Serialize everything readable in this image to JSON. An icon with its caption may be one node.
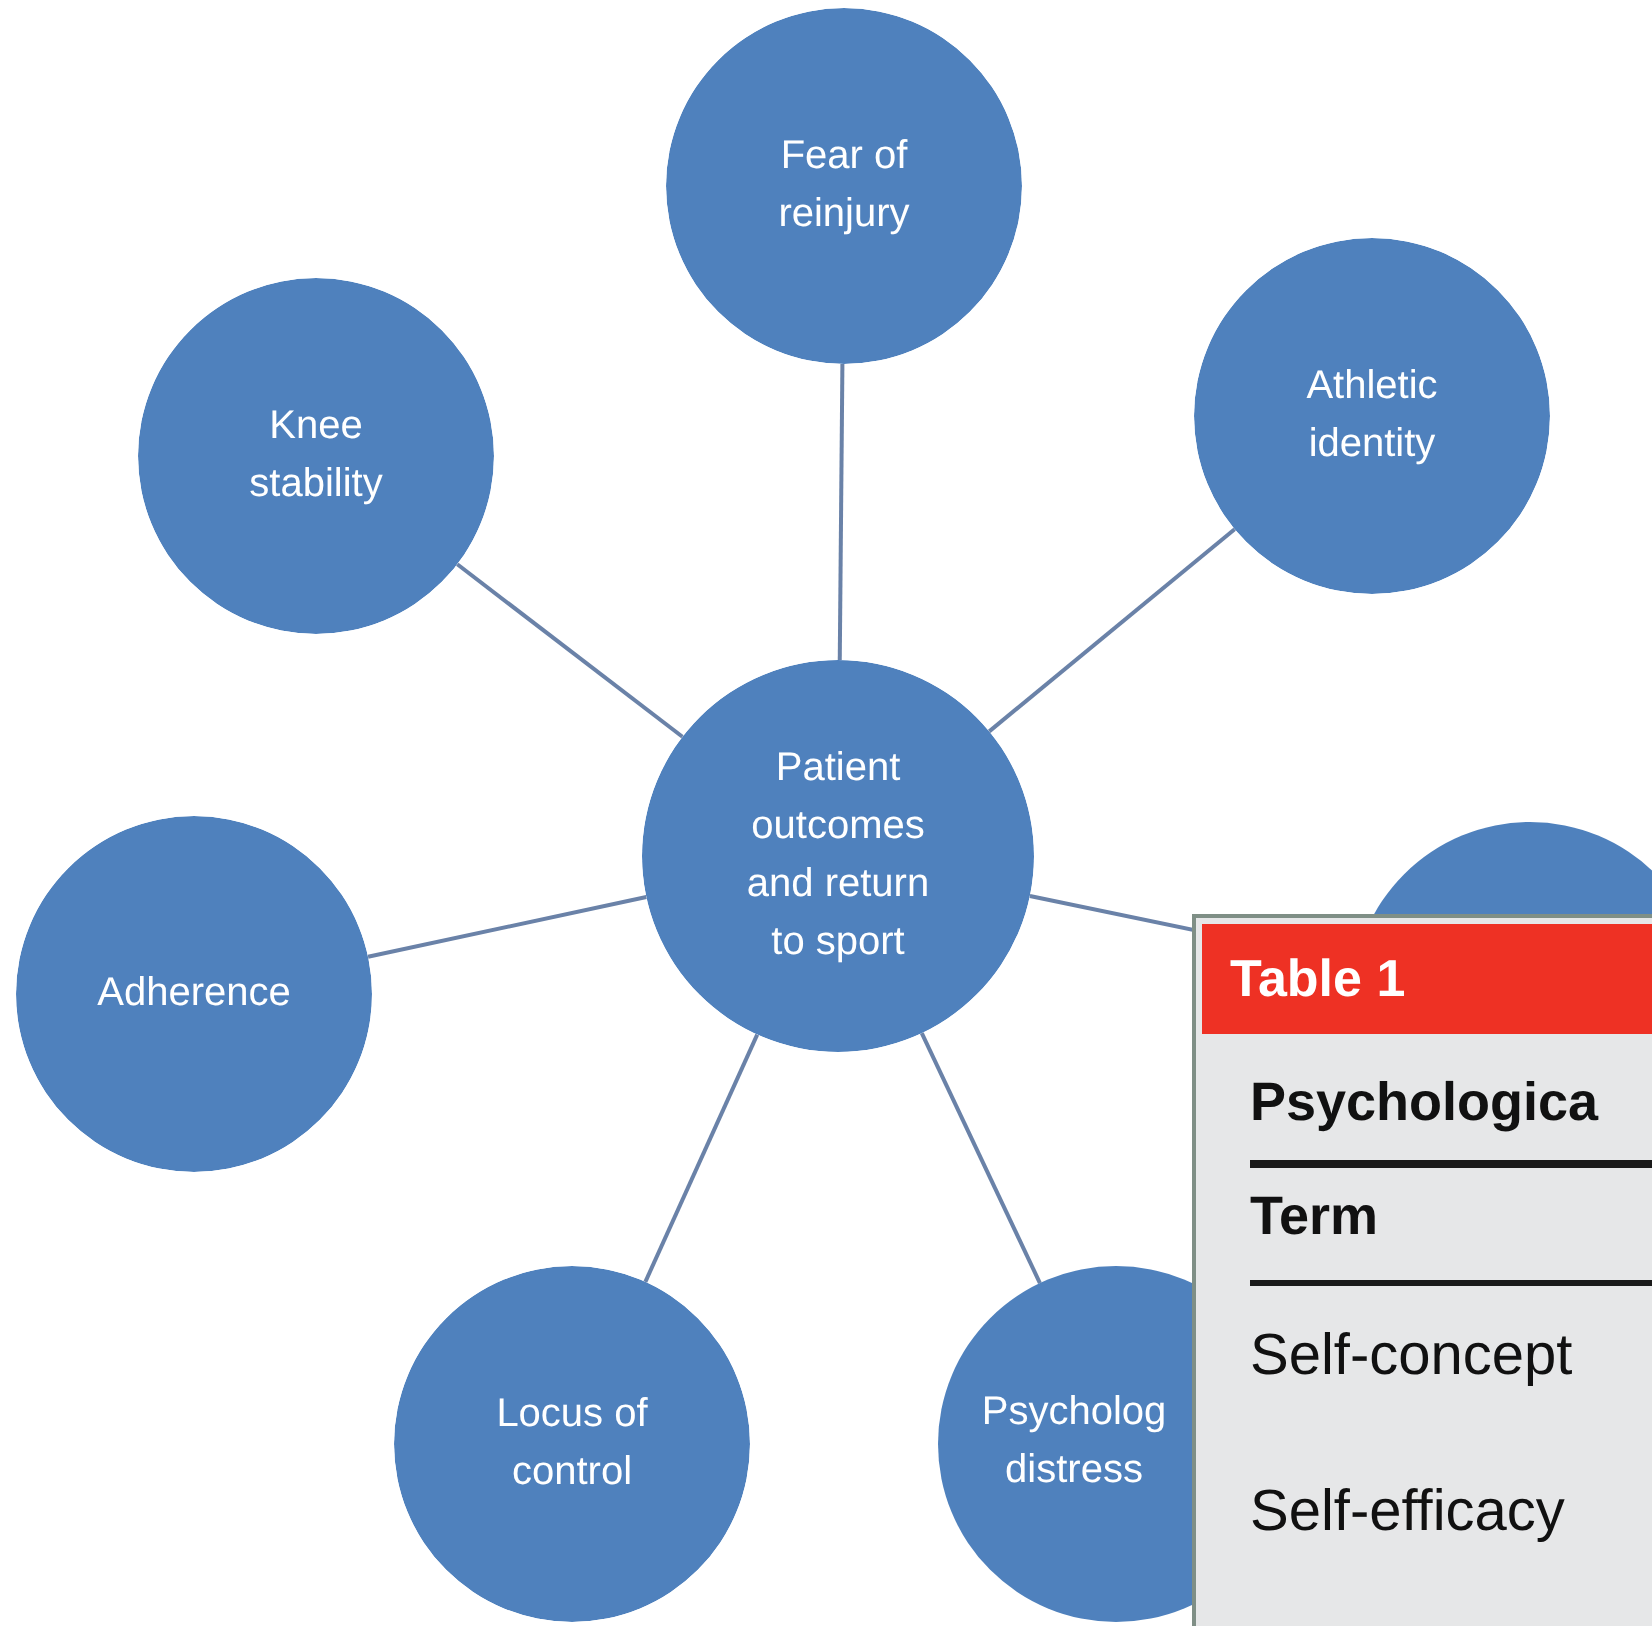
{
  "diagram": {
    "nodes": [
      {
        "text": [
          "Patient outcomes and return to sport"
        ]
      },
      {
        "text": [
          "Fear of reinjury"
        ]
      },
      {
        "text": [
          "Knee stability"
        ]
      },
      {
        "text": [
          "Athletic identity"
        ]
      },
      {
        "text": [],
        "shape": "circle"
      },
      {
        "text": [
          "Adherence"
        ]
      },
      {
        "text": [
          "Locus of control"
        ]
      },
      {
        "text": [
          "Psycholog distress"
        ]
      }
    ],
    "edges": [
      {
        "from": 0,
        "to": 1,
        "arrow": "none"
      },
      {
        "from": 0,
        "to": 2,
        "arrow": "none"
      },
      {
        "from": 0,
        "to": 3,
        "arrow": "none"
      },
      {
        "from": 0,
        "to": 4,
        "arrow": "none"
      },
      {
        "from": 0,
        "to": 5,
        "arrow": "none"
      },
      {
        "from": 0,
        "to": 6,
        "arrow": "none"
      },
      {
        "from": 0,
        "to": 7,
        "arrow": "none"
      }
    ],
    "labels": [
      "Table 1",
      "Psychologica",
      "Term",
      "Self-concept",
      "Self-efficacy"
    ]
  }
}
